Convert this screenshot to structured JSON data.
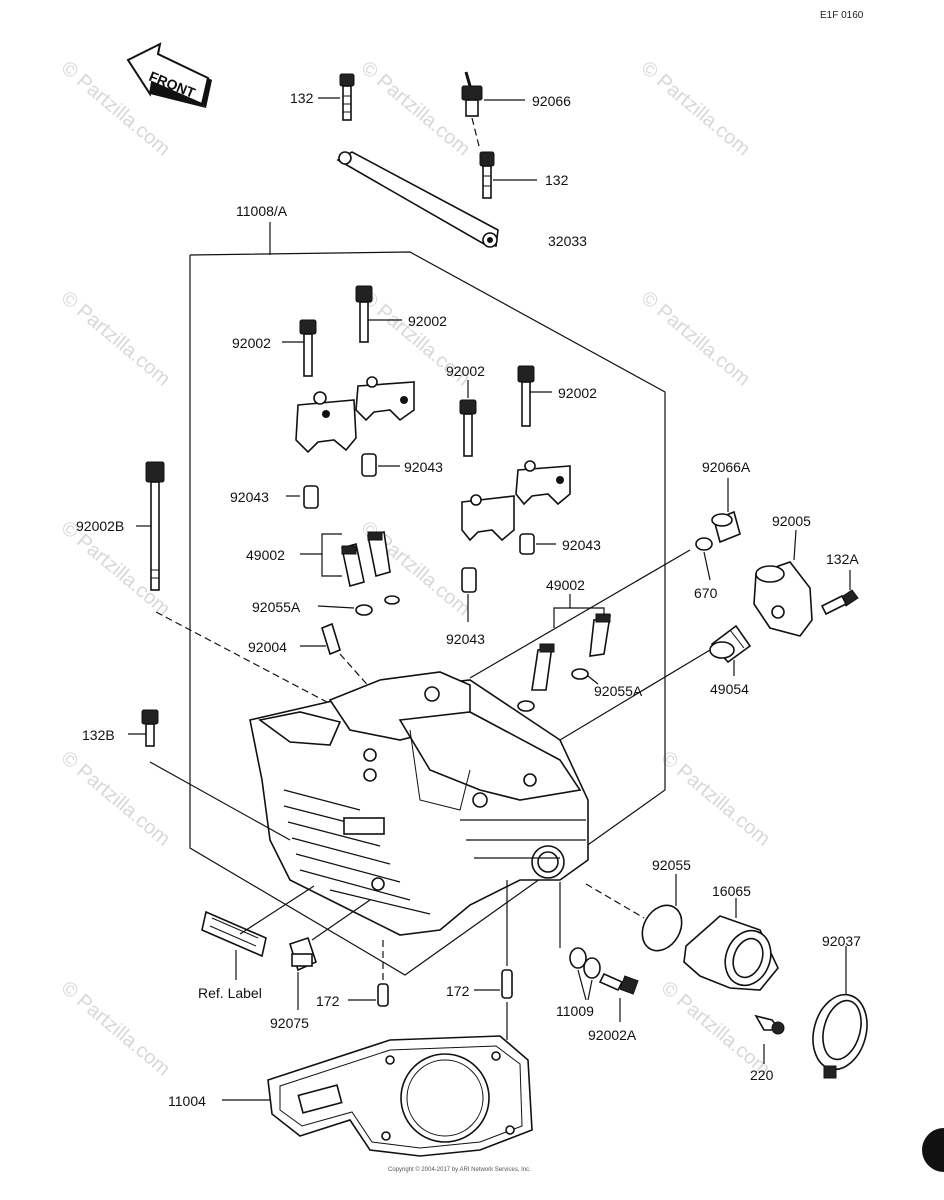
{
  "code": "E1F 0160",
  "front_arrow": "FRONT",
  "watermark": "© Partzilla.com",
  "labels": {
    "p132_top": "132",
    "p92066": "92066",
    "p132_mid": "132",
    "p32033": "32033",
    "p11008A": "11008/A",
    "p92002_a": "92002",
    "p92002_b": "92002",
    "p92002_c": "92002",
    "p92002_d": "92002",
    "p92043_a": "92043",
    "p92043_b": "92043",
    "p92043_c": "92043",
    "p92043_d": "92043",
    "p92002B": "92002B",
    "p49002_a": "49002",
    "p49002_b": "49002",
    "p92055A_a": "92055A",
    "p92055A_b": "92055A",
    "p92004": "92004",
    "p92066A": "92066A",
    "p92005": "92005",
    "p132A": "132A",
    "p670": "670",
    "p49054": "49054",
    "p132B": "132B",
    "p92055": "92055",
    "p16065": "16065",
    "p92037": "92037",
    "pRef": "Ref. Label",
    "p92075": "92075",
    "p172_a": "172",
    "p172_b": "172",
    "p11009": "11009",
    "p92002A": "92002A",
    "p220": "220",
    "p11004": "11004"
  },
  "copyright": "Copyright © 2004-2017 by ARI Network Services, Inc."
}
